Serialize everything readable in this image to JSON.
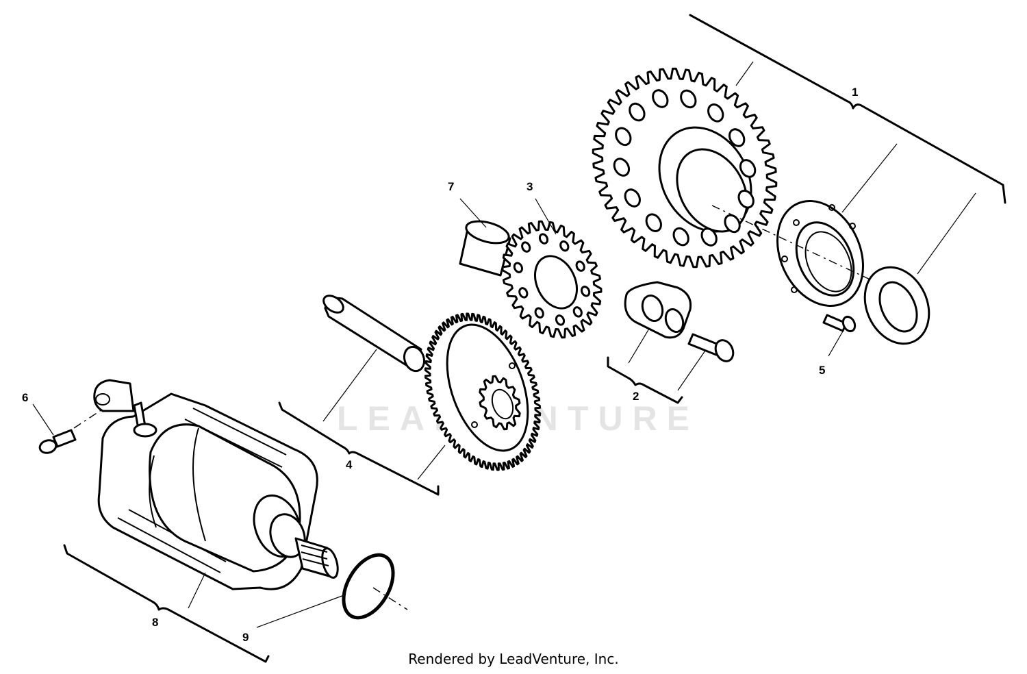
{
  "watermark": "LEADVENTURE",
  "footer": "Rendered by LeadVenture, Inc.",
  "callouts": [
    "1",
    "2",
    "3",
    "4",
    "5",
    "6",
    "7",
    "8",
    "9"
  ]
}
